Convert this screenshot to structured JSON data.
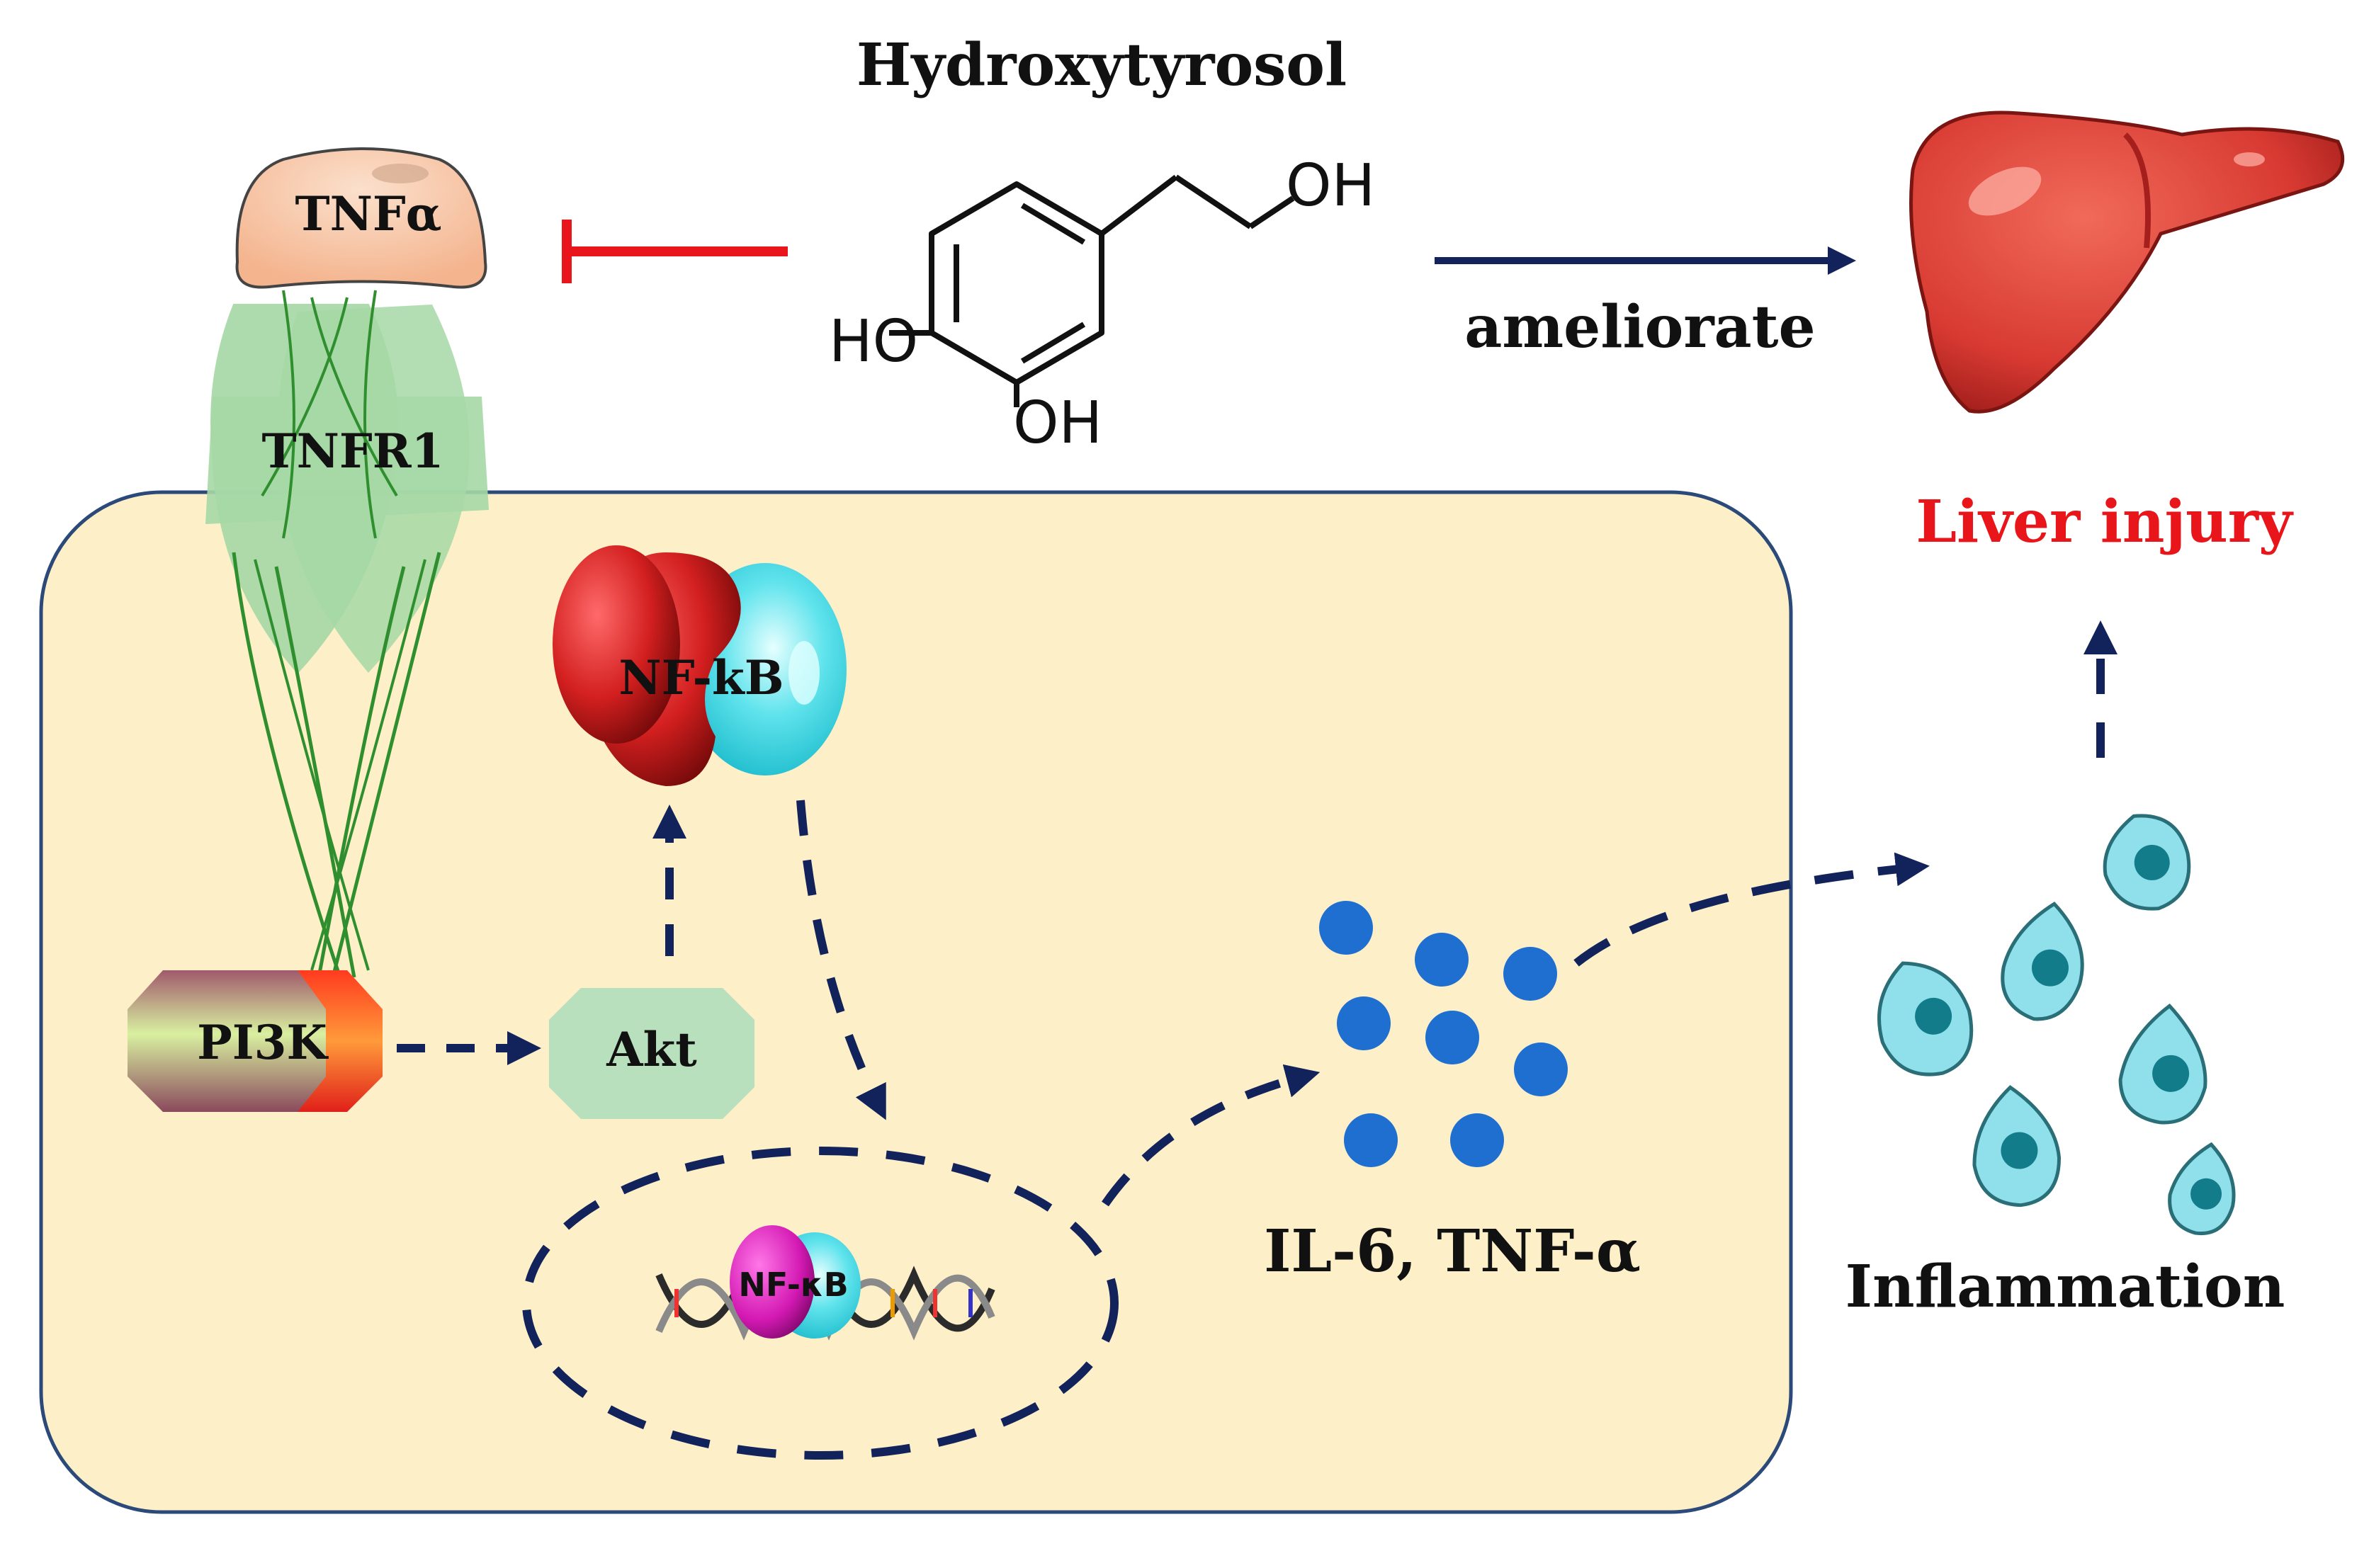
{
  "title": "Hydroxytyrosol",
  "molecule": {
    "oh_top": "OH",
    "oh_left": "HO",
    "oh_bottom": "OH"
  },
  "labels": {
    "tnf_alpha": "TNFα",
    "tnfr1": "TNFR1",
    "nfkb_cytoplasm": "NF-kB",
    "nfkb_dna": "NF-κB",
    "pi3k": "PI3K",
    "akt": "Akt",
    "cytokines": "IL-6, TNF-α",
    "ameliorate": "ameliorate",
    "liver_injury": "Liver injury",
    "inflammation": "Inflammation"
  },
  "colors": {
    "cell_fill": "#fdefc8",
    "cell_stroke": "#2b4a7a",
    "dark_arrow": "#12235c",
    "inhibit": "#e8161b",
    "liver_injury_text": "#e8161b",
    "receptor": "#a6d8a6",
    "receptor_line": "#2f8f2f",
    "tnf_fill": "#f7c4a0",
    "cytokine_dot": "#1f6fd1",
    "inflam_cell": "#8fe0ea",
    "inflam_nucleus": "#127c8a",
    "akt_fill": "#b8e0bc",
    "liver": "#d83a32"
  }
}
